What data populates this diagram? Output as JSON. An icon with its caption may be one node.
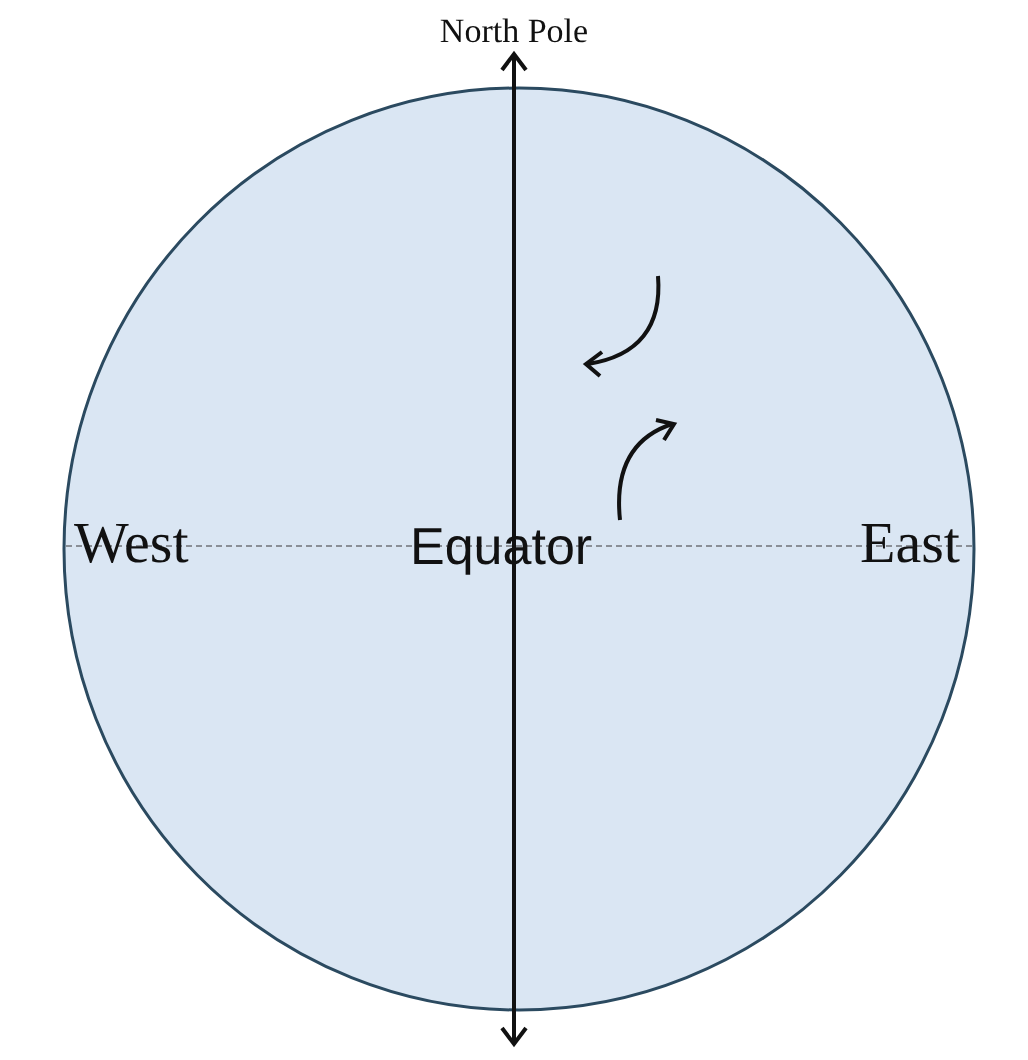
{
  "diagram": {
    "nodes": [
      {
        "text": [
          "West",
          "Equator",
          "East"
        ]
      }
    ],
    "labels": [
      "North Pole"
    ]
  }
}
